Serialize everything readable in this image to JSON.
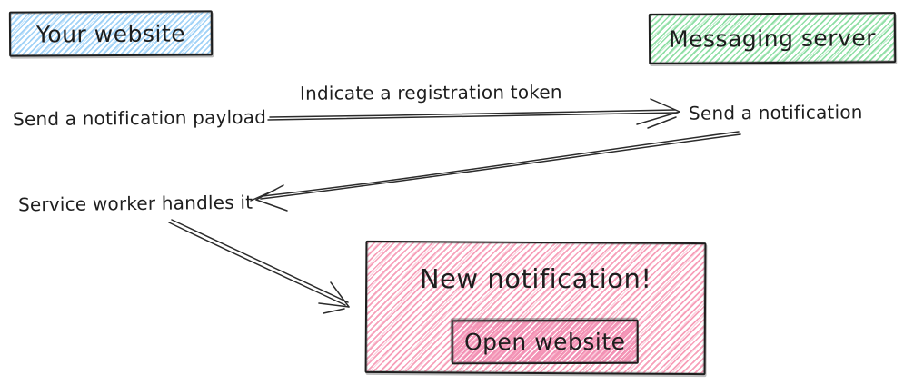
{
  "diagram": {
    "nodes": {
      "your_website": {
        "label": "Your website"
      },
      "messaging_server": {
        "label": "Messaging server"
      }
    },
    "annotations": {
      "send_payload": "Send a notification payload",
      "indicate_token": "Indicate a registration token",
      "send_notification": "Send a notification",
      "service_worker": "Service worker handles it"
    },
    "popup": {
      "title": "New notification!",
      "button_label": "Open website"
    },
    "arrows": [
      {
        "name": "registration-token-arrow",
        "from": "your_website",
        "to": "messaging_server",
        "direction": "right"
      },
      {
        "name": "notification-delivery-arrow",
        "from": "messaging_server",
        "to": "service_worker",
        "direction": "left"
      },
      {
        "name": "show-popup-arrow",
        "from": "service_worker",
        "to": "popup",
        "direction": "down-right"
      }
    ]
  },
  "colors": {
    "stroke": "#1e1e1e",
    "arrow": "#2b2b2b",
    "blue_fill": "#a0d2f7",
    "green_fill": "#8fdfa5",
    "pink_fill": "#f7a0ba",
    "pink_button_fill": "#f291b5"
  }
}
